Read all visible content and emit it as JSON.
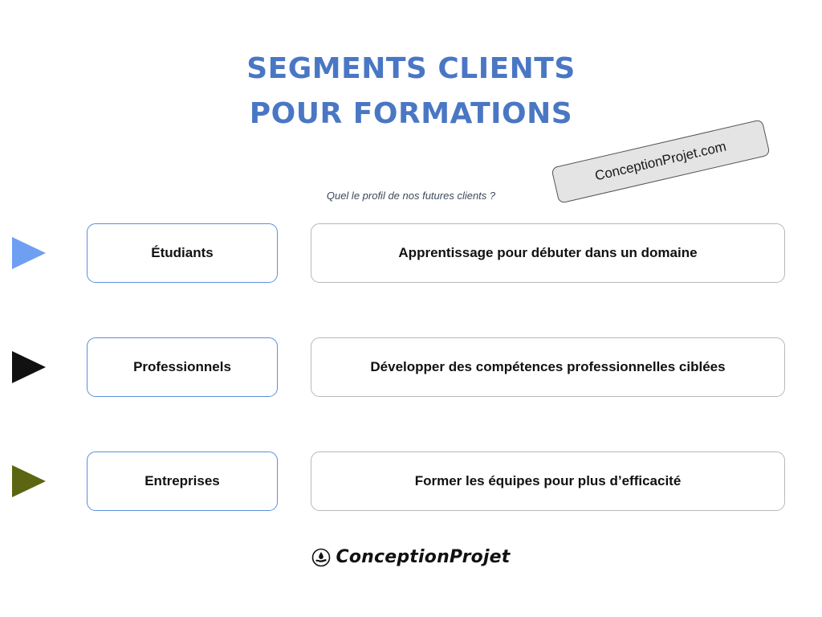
{
  "title": {
    "line1": "SEGMENTS CLIENTS",
    "line2": "POUR FORMATIONS"
  },
  "subtitle": "Quel le profil de nos futures clients ?",
  "stamp": "ConceptionProjet.com",
  "rows": [
    {
      "segment": "Étudiants",
      "description": "Apprentissage pour débuter dans un domaine",
      "arrow_color": "#6f9ff2"
    },
    {
      "segment": "Professionnels",
      "description": "Développer des compétences professionnelles ciblées",
      "arrow_color": "#111111"
    },
    {
      "segment": "Entreprises",
      "description": "Former les équipes pour plus d’efficacité",
      "arrow_color": "#5c6612"
    }
  ],
  "logo": {
    "text": "ConceptionProjet",
    "icon": "hand-drop-icon"
  },
  "colors": {
    "title": "#4a77c4",
    "segment_border": "#5b8fdb",
    "description_border": "#b8b8b8"
  }
}
